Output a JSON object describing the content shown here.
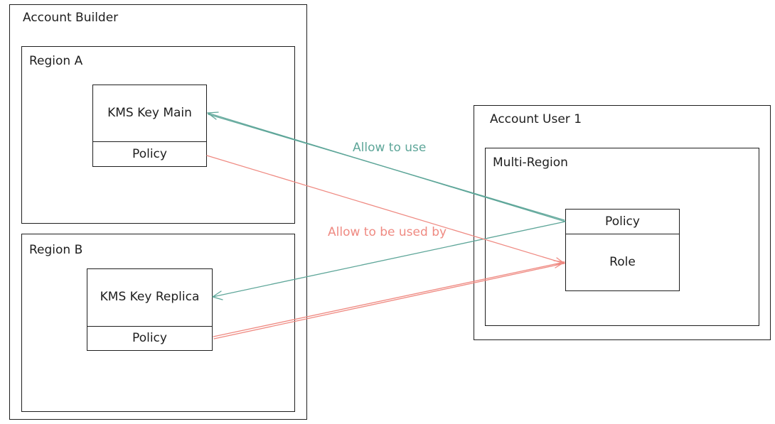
{
  "colors": {
    "stroke": "#1e1e1e",
    "allow_use": "#5ea699",
    "allow_used_by": "#ef8a82"
  },
  "account_builder": {
    "title": "Account Builder",
    "region_a": {
      "title": "Region A",
      "key_name": "KMS Key Main",
      "policy": "Policy"
    },
    "region_b": {
      "title": "Region B",
      "key_name": "KMS Key Replica",
      "policy": "Policy"
    }
  },
  "account_user": {
    "title": "Account User 1",
    "multi_region": {
      "title": "Multi-Region",
      "policy": "Policy",
      "role": "Role"
    }
  },
  "edges": {
    "allow_to_use": "Allow to use",
    "allow_to_be_used_by": "Allow to be used by"
  }
}
